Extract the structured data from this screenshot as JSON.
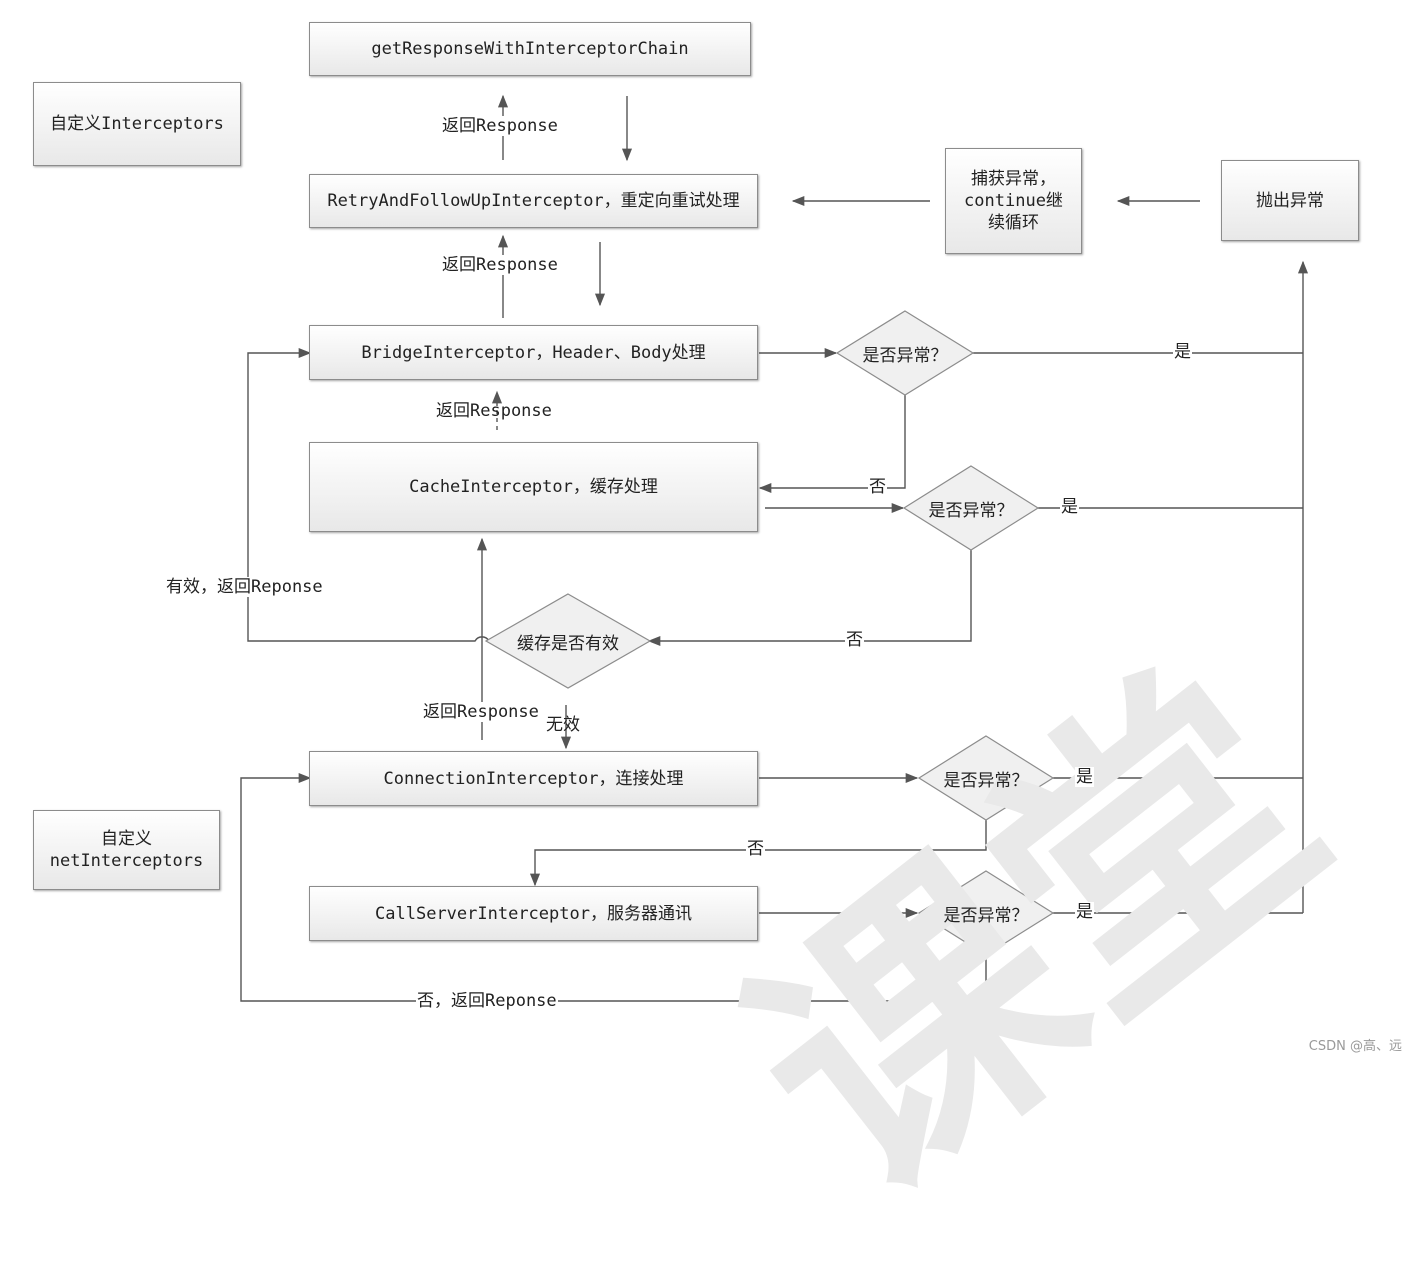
{
  "nodes": {
    "get_response": "getResponseWithInterceptorChain",
    "custom_interceptors": "自定义Interceptors",
    "retry": "RetryAndFollowUpInterceptor，重定向重试处理",
    "catch_exception": "捕获异常，continue继续循环",
    "throw_exception": "抛出异常",
    "bridge": "BridgeInterceptor，Header、Body处理",
    "cache": "CacheInterceptor，缓存处理",
    "connection": "ConnectionInterceptor，连接处理",
    "custom_net_interceptors": "自定义netInterceptors",
    "call_server": "CallServerInterceptor，服务器通讯"
  },
  "decisions": {
    "exception_question": "是否异常？",
    "cache_valid_question": "缓存是否有效"
  },
  "edge_labels": {
    "return_response": "返回Response",
    "yes": "是",
    "no": "否",
    "valid_return": "有效，返回Reponse",
    "invalid": "无效",
    "no_return": "否，返回Reponse"
  },
  "watermark": "课堂",
  "credit": "CSDN @高、远"
}
